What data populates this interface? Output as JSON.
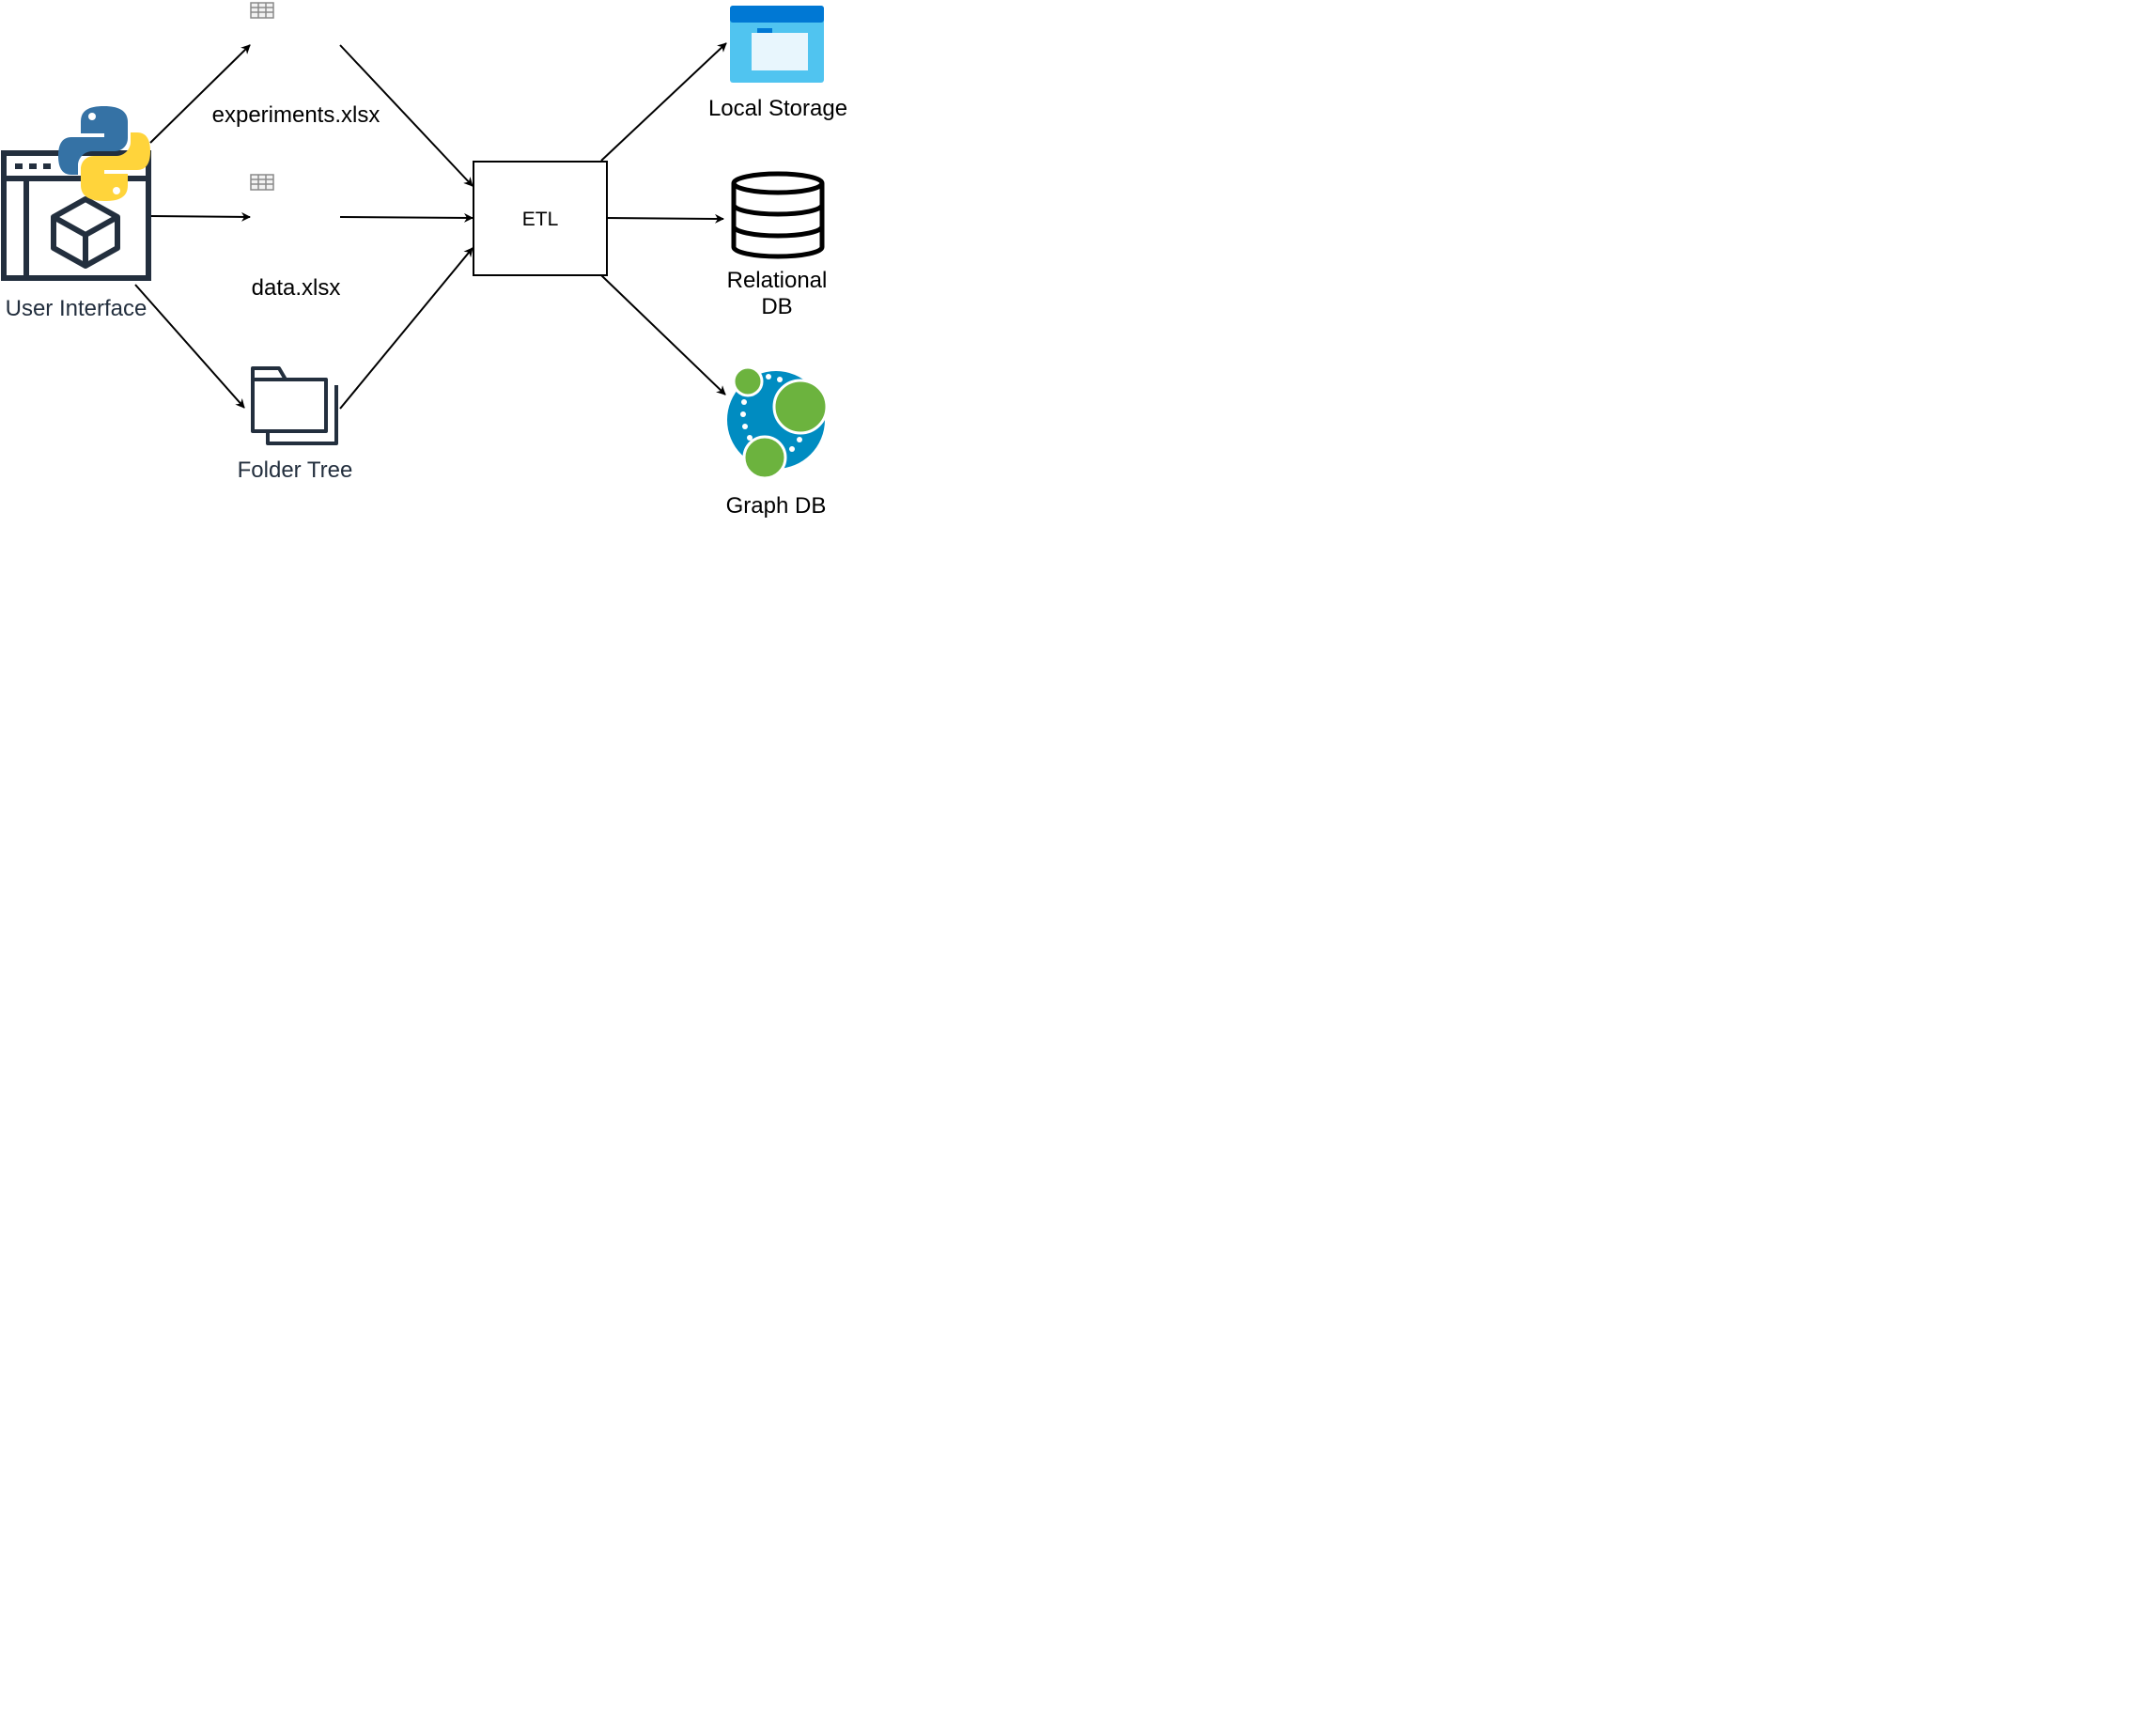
{
  "diagram": {
    "nodes": {
      "user_interface": {
        "label": "User Interface"
      },
      "experiments_file": {
        "label": "experiments.xlsx"
      },
      "data_file": {
        "label": "data.xlsx"
      },
      "folder_tree": {
        "label": "Folder Tree"
      },
      "etl": {
        "label": "ETL"
      },
      "local_storage": {
        "label": "Local Storage"
      },
      "relational_db": {
        "label_line1": "Relational",
        "label_line2": "DB"
      },
      "graph_db": {
        "label": "Graph DB"
      }
    },
    "edges": [
      {
        "from": "User Interface",
        "to": "experiments.xlsx"
      },
      {
        "from": "User Interface",
        "to": "data.xlsx"
      },
      {
        "from": "User Interface",
        "to": "Folder Tree"
      },
      {
        "from": "experiments.xlsx",
        "to": "ETL"
      },
      {
        "from": "data.xlsx",
        "to": "ETL"
      },
      {
        "from": "Folder Tree",
        "to": "ETL"
      },
      {
        "from": "ETL",
        "to": "Local Storage"
      },
      {
        "from": "ETL",
        "to": "Relational DB"
      },
      {
        "from": "ETL",
        "to": "Graph DB"
      }
    ],
    "icons": {
      "user_interface": "app-window-cube-icon",
      "python": "python-logo-icon",
      "experiments_file": "spreadsheet-icon",
      "data_file": "spreadsheet-icon",
      "folder_tree": "folder-stack-icon",
      "local_storage": "storage-folder-icon",
      "relational_db": "database-cylinder-icon",
      "graph_db": "graph-database-icon"
    },
    "colors": {
      "line": "#000000",
      "ui_icon": "#232f3e",
      "python_blue": "#3572a5",
      "python_yellow": "#ffd43b",
      "storage_blue": "#0078d4",
      "storage_light": "#50c4f0",
      "graph_blue": "#008cc1",
      "graph_green": "#6cb33e",
      "label_dark": "#232f3e"
    }
  }
}
